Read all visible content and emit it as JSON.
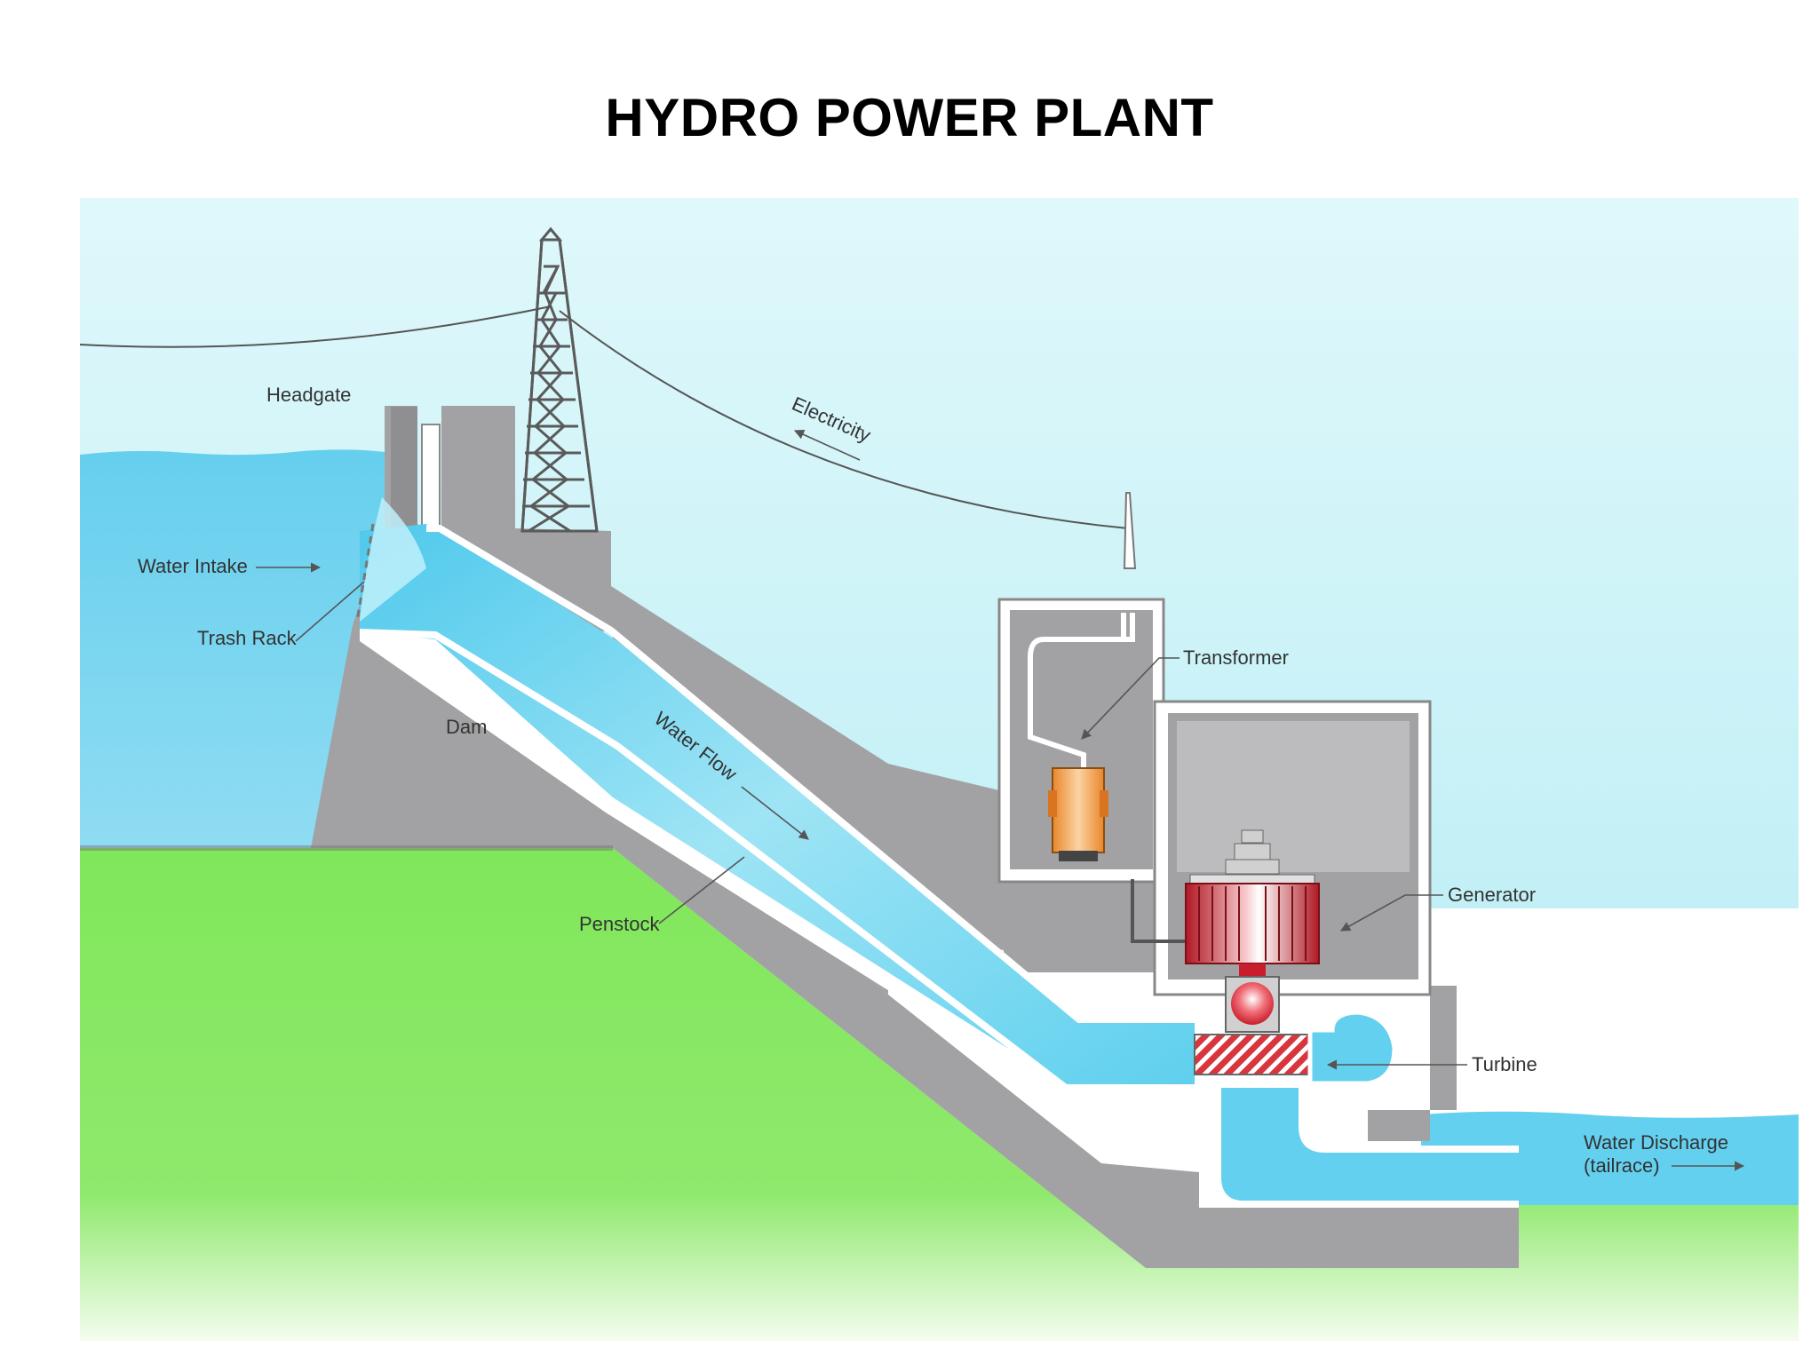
{
  "title": "HYDRO POWER PLANT",
  "labels": {
    "headgate": "Headgate",
    "electricity": "Electricity",
    "water_intake": "Water Intake",
    "trash_rack": "Trash Rack",
    "dam": "Dam",
    "water_flow": "Water Flow",
    "transformer": "Transformer",
    "generator": "Generator",
    "penstock": "Penstock",
    "turbine": "Turbine",
    "water_discharge": "Water Discharge",
    "tailrace": "(tailrace)"
  },
  "colors": {
    "sky": "#c4f1f6",
    "water": "#5fd0ee",
    "ground": "#86e862",
    "concrete": "#a3a3a5",
    "generator": "#e0303a",
    "transformer": "#f29a36"
  }
}
